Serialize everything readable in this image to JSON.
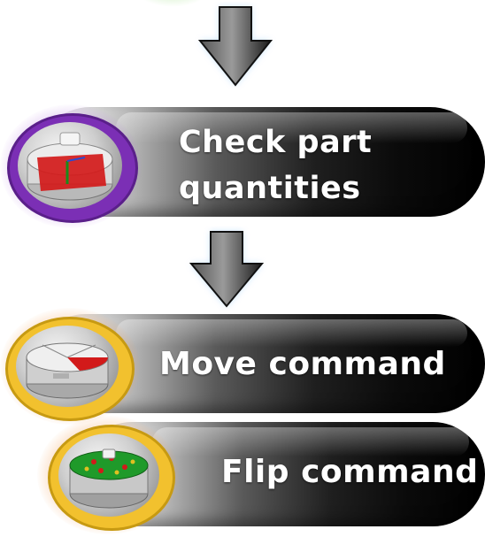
{
  "steps": [
    {
      "label_line1": "Check part",
      "label_line2": "quantities",
      "ring_color": "#7b2fb5",
      "glow_color": "#b57be0",
      "icon": "part-quantities-icon"
    },
    {
      "label": "Move command",
      "ring_color": "#f2c12e",
      "glow_color": "#f4a460",
      "icon": "move-command-icon"
    },
    {
      "label": "Flip command",
      "ring_color": "#f2c12e",
      "glow_color": "#f4a460",
      "icon": "flip-command-icon"
    }
  ],
  "arrow": {
    "fill": "#2b2b2b",
    "glow": "#8fc6ff"
  }
}
